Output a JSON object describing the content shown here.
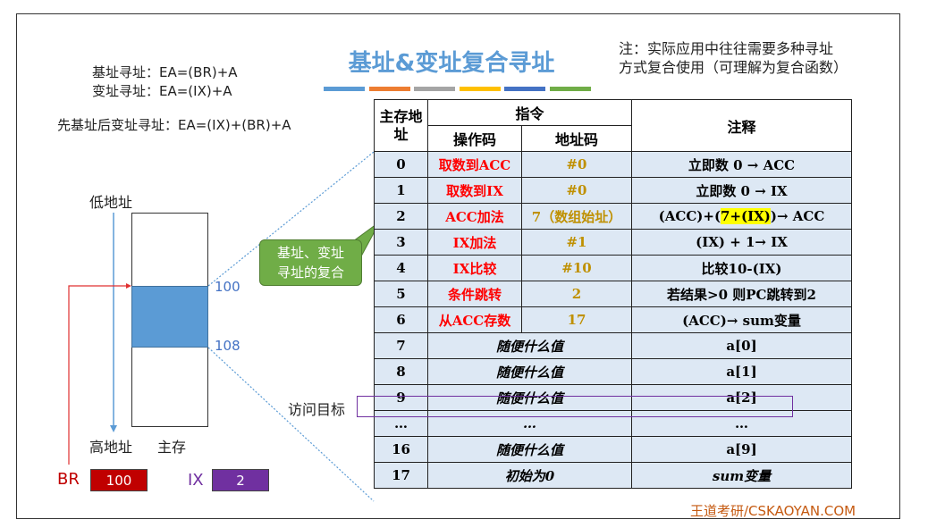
{
  "title": "基址&变址复合寻址",
  "note": [
    "注：实际应用中往往需要多种寻址",
    "方式复合使用（可理解为复合函数）"
  ],
  "accent_bars": [
    "#5b9bd5",
    "#ed7d31",
    "#a5a5a5",
    "#ffc000",
    "#4472c4",
    "#70ad47"
  ],
  "formulas": {
    "base": "基址寻址：EA=(BR)+A",
    "index": "变址寻址：EA=(IX)+A",
    "combined": "先基址后变址寻址：EA=(IX)+(BR)+A"
  },
  "memory": {
    "low": "低地址",
    "high": "高地址",
    "label": "主存",
    "addr_start": "100",
    "addr_end": "108"
  },
  "registers": {
    "br_label": "BR",
    "br_value": "100",
    "ix_label": "IX",
    "ix_value": "2",
    "br_color": "#c00000",
    "ix_color": "#7030a0"
  },
  "callout": [
    "基址、变址",
    "寻址的复合"
  ],
  "access_target": "访问目标",
  "table": {
    "headers": {
      "addr": "主存地址",
      "instr": "指令",
      "opcode": "操作码",
      "address": "地址码",
      "comment": "注释"
    },
    "rows": [
      {
        "addr": "0",
        "op": "取数到ACC",
        "ad": "#0",
        "note": "立即数 0 → ACC"
      },
      {
        "addr": "1",
        "op": "取数到IX",
        "ad": "#0",
        "note": "立即数 0 → IX"
      },
      {
        "addr": "2",
        "op": "ACC加法",
        "ad": "7（数组始址）",
        "note_pre": "(ACC)+(",
        "note_hl": "7+(IX)",
        "note_post": ")→ ACC"
      },
      {
        "addr": "3",
        "op": "IX加法",
        "ad": "#1",
        "note": "(IX) + 1→ IX"
      },
      {
        "addr": "4",
        "op": "IX比较",
        "ad": "#10",
        "note": "比较10-(IX)"
      },
      {
        "addr": "5",
        "op": "条件跳转",
        "ad": "2",
        "note": "若结果>0 则PC跳转到2"
      },
      {
        "addr": "6",
        "op": "从ACC存数",
        "ad": "17",
        "note": "(ACC)→ sum变量"
      },
      {
        "addr": "7",
        "merged": "随便什么值",
        "note": "a[0]"
      },
      {
        "addr": "8",
        "merged": "随便什么值",
        "note": "a[1]"
      },
      {
        "addr": "9",
        "merged": "随便什么值",
        "note": "a[2]"
      },
      {
        "addr": "…",
        "merged": "…",
        "note": "…"
      },
      {
        "addr": "16",
        "merged": "随便什么值",
        "note": "a[9]"
      },
      {
        "addr": "17",
        "merged": "初始为0",
        "note": "sum变量"
      }
    ]
  },
  "footer": "王道考研/CSKAOYAN.COM"
}
